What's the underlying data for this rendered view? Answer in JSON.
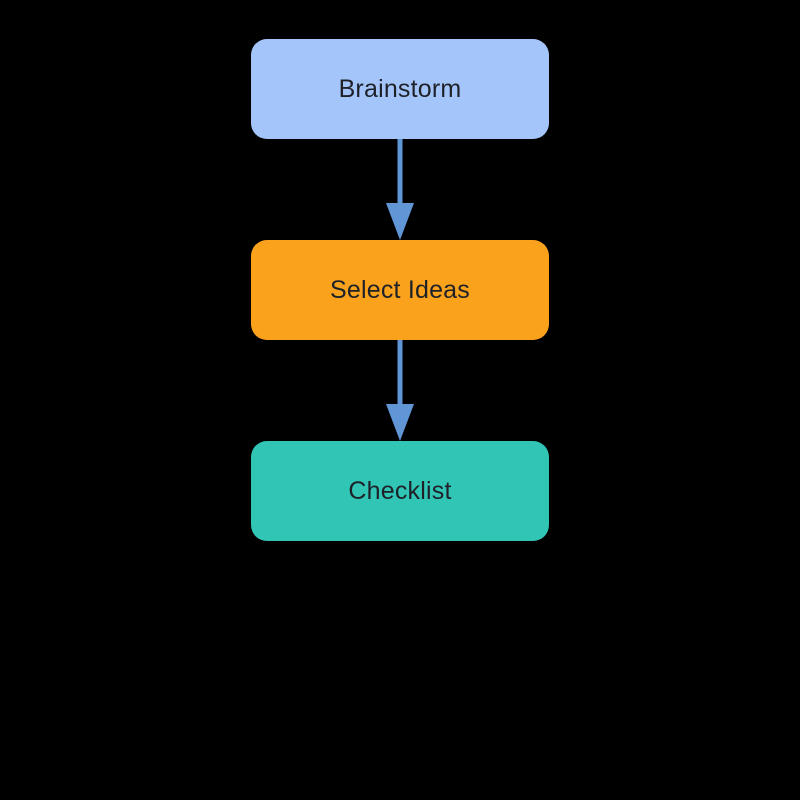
{
  "diagram": {
    "background": "#000000",
    "arrow_color": "#6095D6",
    "nodes": [
      {
        "id": "brainstorm",
        "label": "Brainstorm",
        "fill": "#A3C5F9",
        "text_color": "#1E2128"
      },
      {
        "id": "select-ideas",
        "label": "Select Ideas",
        "fill": "#FAA21C",
        "text_color": "#1E2128"
      },
      {
        "id": "checklist",
        "label": "Checklist",
        "fill": "#30C5B4",
        "text_color": "#1E2128"
      }
    ],
    "edges": [
      {
        "from": "brainstorm",
        "to": "select-ideas"
      },
      {
        "from": "select-ideas",
        "to": "checklist"
      }
    ]
  }
}
